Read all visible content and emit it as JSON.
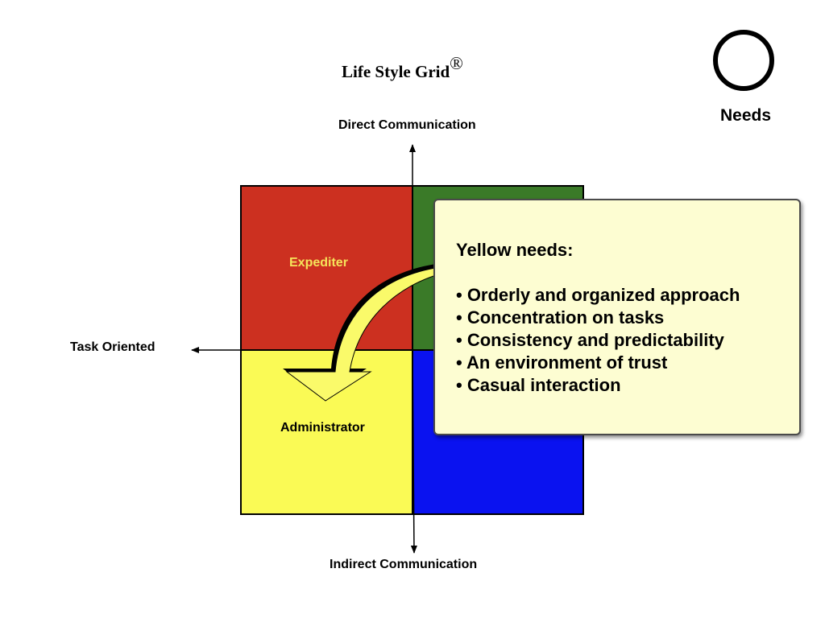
{
  "title": {
    "text": "Life Style Grid",
    "mark": "®"
  },
  "needs_marker": {
    "icon": "circle-icon",
    "label": "Needs"
  },
  "axes": {
    "top": "Direct Communication",
    "bottom": "Indirect Communication",
    "left": "Task Oriented"
  },
  "quadrants": {
    "top_left": {
      "label": "Expediter",
      "color": "#cc3020",
      "label_color": "#f5e35a"
    },
    "top_right": {
      "color": "#3a7a28"
    },
    "bottom_left": {
      "label": "Administrator",
      "color": "#fafa55",
      "label_color": "#000000"
    },
    "bottom_right": {
      "color": "#0a12f0"
    }
  },
  "callout": {
    "heading": "Yellow needs:",
    "items": [
      "• Orderly and organized approach",
      "• Concentration on tasks",
      "• Consistency and predictability",
      "• An environment of trust",
      "• Casual interaction"
    ],
    "background": "#fdfdd2"
  },
  "curved_arrow": {
    "color": "#fafa6a",
    "direction": "down-left"
  }
}
